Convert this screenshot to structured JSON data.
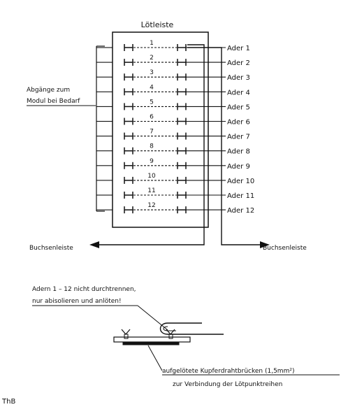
{
  "title": "Lötleiste",
  "left_label": [
    "Abgänge zum",
    "Modul bei Bedarf"
  ],
  "row_numbers": [
    "1",
    "2",
    "3",
    "4",
    "5",
    "6",
    "7",
    "8",
    "9",
    "10",
    "11",
    "12"
  ],
  "wire_labels": [
    "Ader 1",
    "Ader 2",
    "Ader 3",
    "Ader 4",
    "Ader 5",
    "Ader 6",
    "Ader 7",
    "Ader 8",
    "Ader 9",
    "Ader 10",
    "Ader 11",
    "Ader 12"
  ],
  "arrow_left_label": "Buchsenleiste",
  "arrow_right_label": "Buchsenleiste",
  "note_top": [
    "Adern 1 – 12 nicht durchtrennen,",
    "nur abisolieren und anlöten!"
  ],
  "note_bottom": [
    "aufgelötete Kupferdrahtbrücken (1,5mm²)",
    "zur Verbindung der Lötpunktreihen"
  ],
  "signature": "ThB"
}
